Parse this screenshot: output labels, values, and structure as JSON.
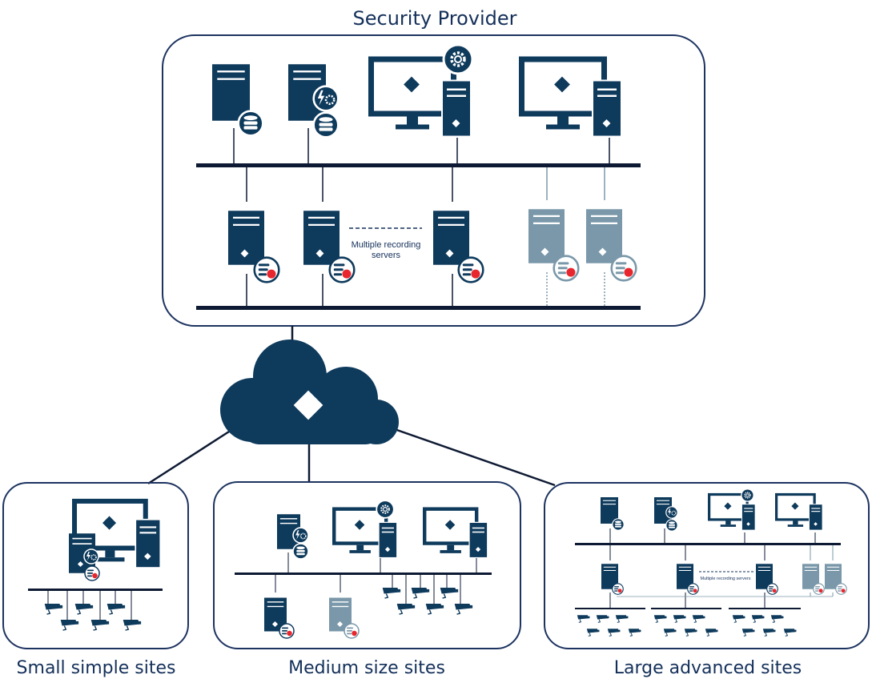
{
  "labels": {
    "provider": "Security Provider",
    "small": "Small simple sites",
    "medium": "Medium size sites",
    "large": "Large advanced sites",
    "multiple_line1": "Multiple recording",
    "multiple_line2": "servers",
    "multiple_large": "Multiple recording servers"
  },
  "colors": {
    "primary": "#0e3a5c",
    "faded": "#7a98aa",
    "line": "#0e1a33",
    "accent_red": "#e8262d",
    "frame": "#1d3360"
  },
  "icons": [
    "server-icon",
    "database-icon",
    "gear-icon",
    "lightning-icon",
    "recording-icon",
    "workstation-icon",
    "camera-icon",
    "cloud-icon"
  ]
}
